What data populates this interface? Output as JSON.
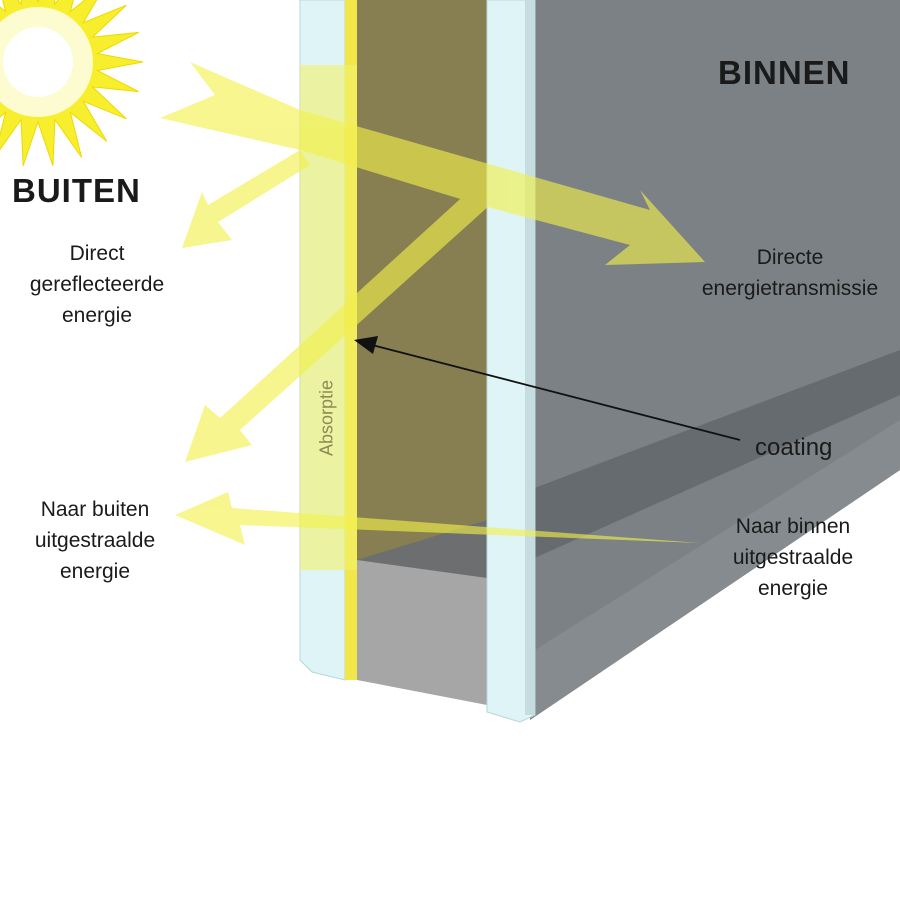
{
  "labels": {
    "outside": "BUITEN",
    "inside": "BINNEN",
    "direct_reflected": [
      "Direct",
      "gereflecteerde",
      "energie"
    ],
    "direct_transmission": [
      "Directe",
      "energietransmissie"
    ],
    "coating": "coating",
    "absorption": "Absorptie",
    "radiated_outside": [
      "Naar buiten",
      "uitgestraalde",
      "energie"
    ],
    "radiated_inside": [
      "Naar binnen",
      "uitgestraalde",
      "energie"
    ]
  },
  "colors": {
    "glass": "#dff4f6",
    "cavity": "#877f52",
    "spacer": "#a6a6a6",
    "interior_wall": "#7b8184",
    "beam": "#f2f04a",
    "sun": "#f7ee2e"
  }
}
